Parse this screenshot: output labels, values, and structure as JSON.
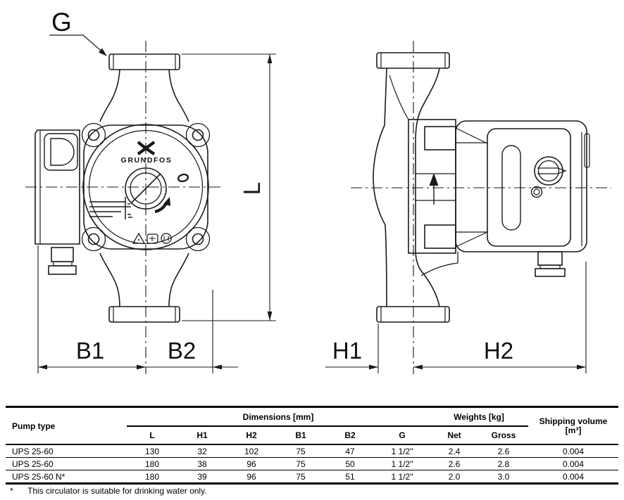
{
  "drawing": {
    "logo_text": "GRUNDFOS",
    "labels": {
      "g": "G",
      "l": "L",
      "b1": "B1",
      "b2": "B2",
      "h1": "H1",
      "h2": "H2"
    }
  },
  "table": {
    "col_pump_type": "Pump type",
    "group_dimensions": "Dimensions [mm]",
    "group_weights": "Weights [kg]",
    "shipping_line1": "Shipping volume",
    "shipping_line2": "[m³]",
    "columns": [
      "L",
      "H1",
      "H2",
      "B1",
      "B2",
      "G",
      "Net",
      "Gross"
    ],
    "rows": [
      {
        "pump_type": "UPS 25-60",
        "l": "130",
        "h1": "32",
        "h2": "102",
        "b1": "75",
        "b2": "47",
        "g": "1 1/2\"",
        "net": "2.4",
        "gross": "2.6",
        "shipping": "0.004"
      },
      {
        "pump_type": "UPS 25-60",
        "l": "180",
        "h1": "38",
        "h2": "96",
        "b1": "75",
        "b2": "50",
        "g": "1 1/2\"",
        "net": "2.6",
        "gross": "2.8",
        "shipping": "0.004"
      },
      {
        "pump_type": "UPS 25-60 N*",
        "l": "180",
        "h1": "39",
        "h2": "96",
        "b1": "75",
        "b2": "51",
        "g": "1 1/2\"",
        "net": "2.0",
        "gross": "3.0",
        "shipping": "0.004"
      }
    ]
  },
  "footnote": {
    "marker": "*",
    "text": "This circulator is suitable for drinking water only."
  }
}
